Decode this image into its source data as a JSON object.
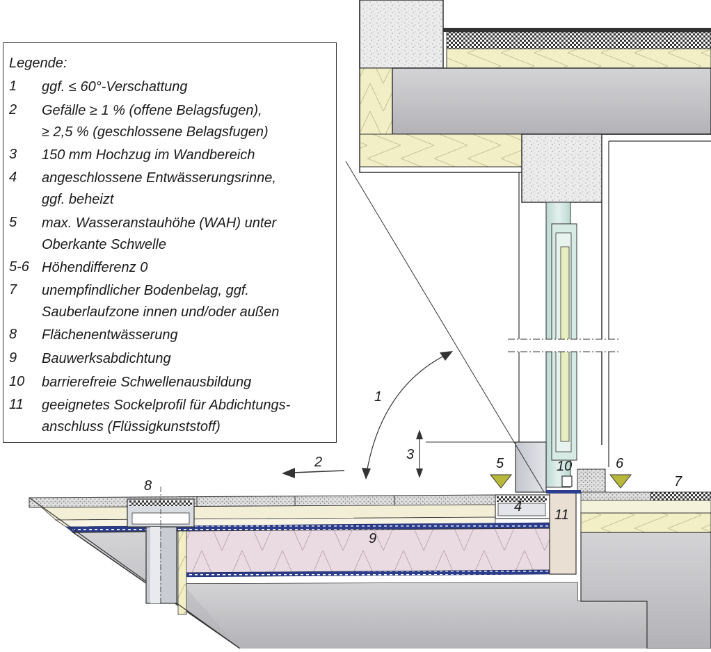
{
  "legend": {
    "title": "Legende:",
    "items": [
      {
        "num": "1",
        "lines": [
          "ggf. ≤ 60°-Verschattung"
        ]
      },
      {
        "num": "2",
        "lines": [
          "Gefälle ≥ 1 % (offene Belagsfugen),",
          "≥ 2,5 % (geschlossene Belagsfugen)"
        ]
      },
      {
        "num": "3",
        "lines": [
          "150 mm Hochzug im Wandbereich"
        ]
      },
      {
        "num": "4",
        "lines": [
          "angeschlossene Entwässerungsrinne,",
          "ggf. beheizt"
        ]
      },
      {
        "num": "5",
        "lines": [
          "max. Wasseranstauhöhe (WAH) unter",
          "Oberkante Schwelle"
        ]
      },
      {
        "num": "5-6",
        "lines": [
          "Höhendifferenz 0"
        ]
      },
      {
        "num": "7",
        "lines": [
          "unempfindlicher Bodenbelag, ggf.",
          "Sauberlaufzone innen und/oder außen"
        ]
      },
      {
        "num": "8",
        "lines": [
          "Flächenentwässerung"
        ]
      },
      {
        "num": "9",
        "lines": [
          "Bauwerksabdichtung"
        ]
      },
      {
        "num": "10",
        "lines": [
          "barrierefreie Schwellenausbildung"
        ]
      },
      {
        "num": "11",
        "lines": [
          "geeignetes Sockelprofil für Abdichtungs-",
          "anschluss (Flüssigkunststoff)"
        ]
      }
    ]
  },
  "callouts": {
    "c1": "1",
    "c2": "2",
    "c3": "3",
    "c4": "4",
    "c5": "5",
    "c6": "6",
    "c7": "7",
    "c8": "8",
    "c9": "9",
    "c10": "10",
    "c11": "11"
  },
  "colors": {
    "concrete": "#c9c9cc",
    "concrete_dark": "#a7a7ab",
    "insulation_yellow": "#f2efc6",
    "insulation_pink": "#eadbe2",
    "gravel": "#d8d8d8",
    "membrane": "#2b3d8c",
    "glass": "#cfe4de",
    "triangle": "#b8b83a"
  }
}
